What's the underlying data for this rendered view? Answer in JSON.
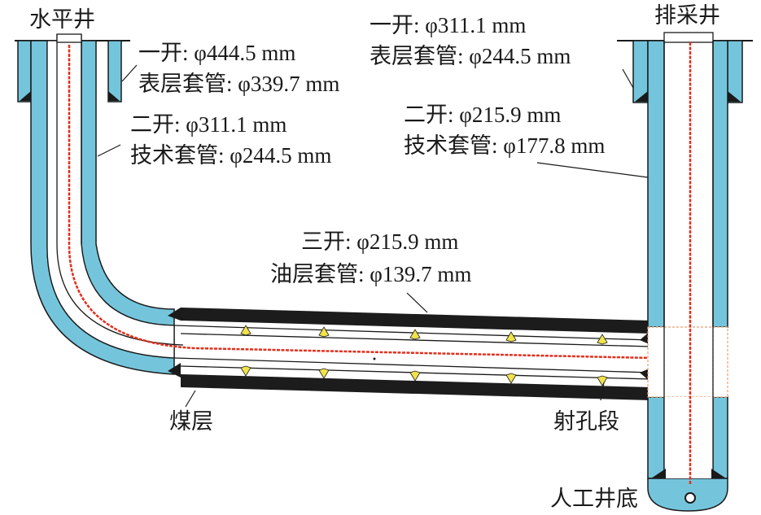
{
  "wells": {
    "horizontal": {
      "name": "水平井"
    },
    "production": {
      "name": "排采井"
    }
  },
  "horizontal_well": {
    "first_spud": "一开: φ444.5 mm",
    "surface_casing": "表层套管: φ339.7 mm",
    "second_spud": "二开: φ311.1 mm",
    "tech_casing": "技术套管: φ244.5 mm"
  },
  "production_well": {
    "first_spud": "一开: φ311.1 mm",
    "surface_casing": "表层套管: φ244.5 mm",
    "second_spud": "二开: φ215.9 mm",
    "tech_casing": "技术套管: φ177.8 mm"
  },
  "lateral": {
    "third_spud": "三开: φ215.9 mm",
    "oil_casing": "油层套管: φ139.7 mm"
  },
  "labels": {
    "coal_seam": "煤层",
    "perforation": "射孔段",
    "artificial_bottom": "人工井底"
  },
  "colors": {
    "casing_fill": "#74c5dc",
    "coal": "#1c1c1c",
    "wire": "#e0301e",
    "centralizer": "#f0e24a",
    "outline": "#1a1a1a"
  }
}
